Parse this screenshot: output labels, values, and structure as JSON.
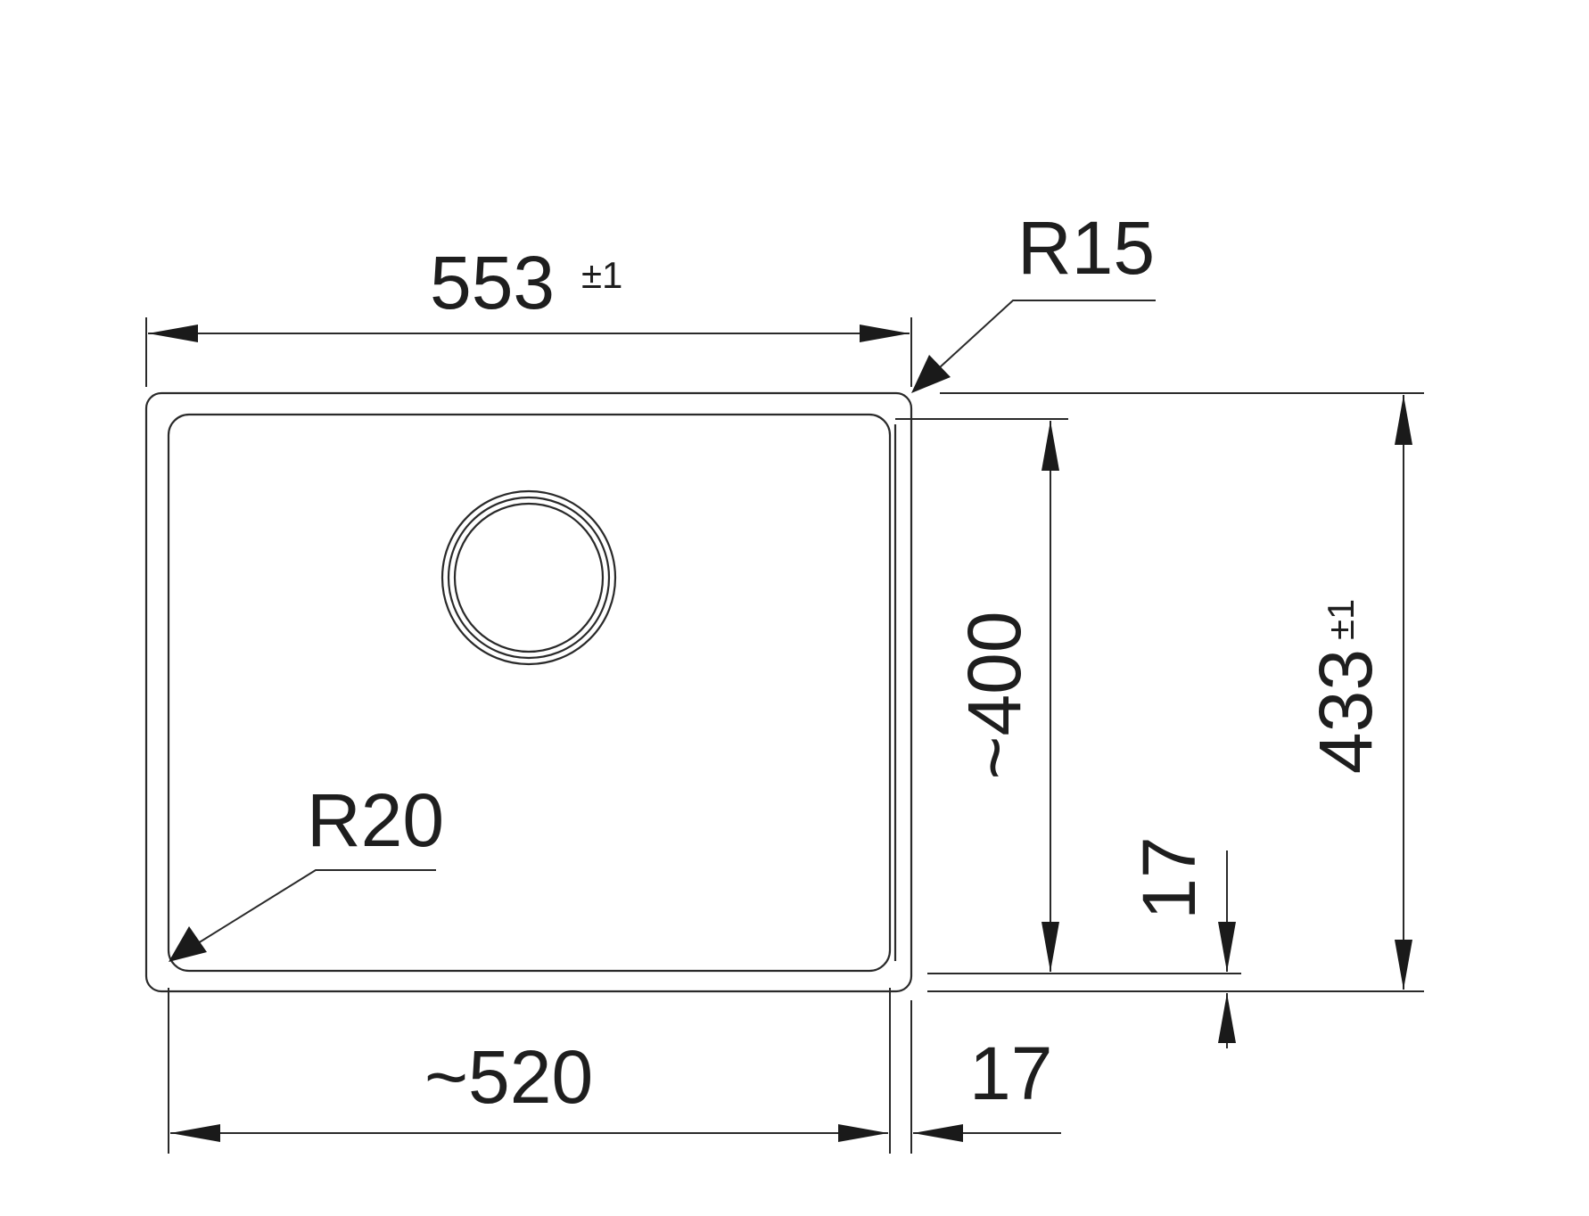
{
  "drawing": {
    "line_color": "#2a2a2a",
    "overall_width": {
      "value": "553",
      "tolerance": "±1"
    },
    "overall_depth": {
      "value": "433",
      "tolerance": "±1"
    },
    "bowl_width": "~520",
    "bowl_depth": "~400",
    "outer_corner_radius": "R15",
    "inner_corner_radius": "R20",
    "rim_side": "17",
    "rim_bottom": "17"
  }
}
